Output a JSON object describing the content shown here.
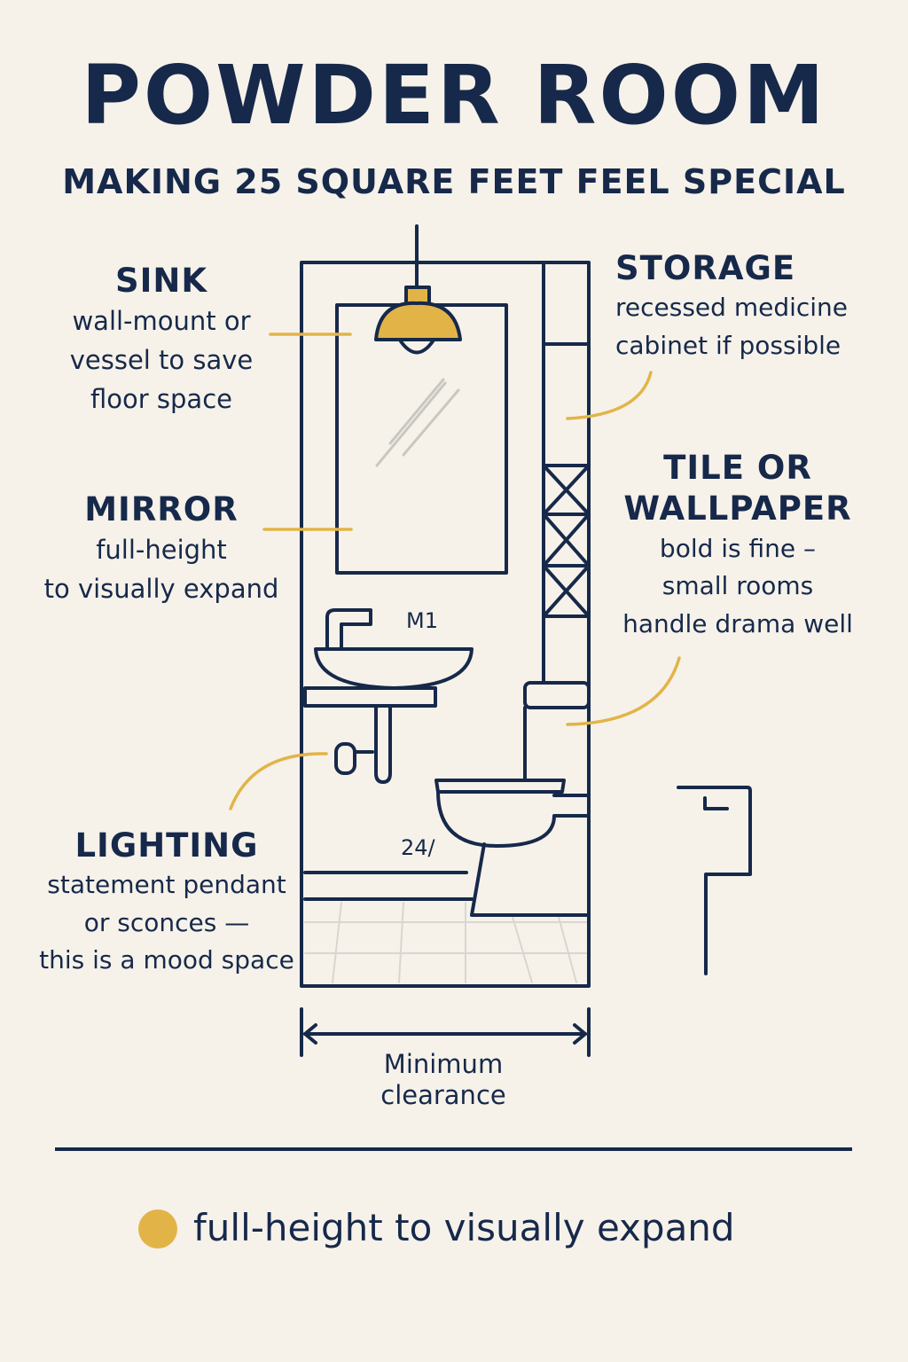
{
  "title": "POWDER ROOM",
  "subtitle": "MAKING 25 SQUARE FEET FEEL SPECIAL",
  "labels": {
    "sink": {
      "heading": "SINK",
      "description": "wall-mount or\nvessel to save\nfloor space"
    },
    "mirror": {
      "heading": "MIRROR",
      "description": "full-height\nto visually expand"
    },
    "lighting": {
      "heading": "LIGHTING",
      "description": "statement pendant\nor sconces —\nthis is a mood space"
    },
    "storage": {
      "heading": "STORAGE",
      "description": "recessed medicine\ncabinet if possible"
    },
    "tile": {
      "heading": "TILE OR\nWALLPAPER",
      "description": "bold is fine –\nsmall rooms\nhandle drama well"
    }
  },
  "diagram_tags": {
    "sink_tag": "M1",
    "toilet_tag": "24/"
  },
  "dimension": {
    "label": "Minimum\nclearance"
  },
  "legend": {
    "text": "full-height to visually expand"
  },
  "colors": {
    "navy": "#17294a",
    "accent": "#e2b448",
    "background": "#f6f2ea",
    "floor_grid": "#d8d6d1"
  }
}
